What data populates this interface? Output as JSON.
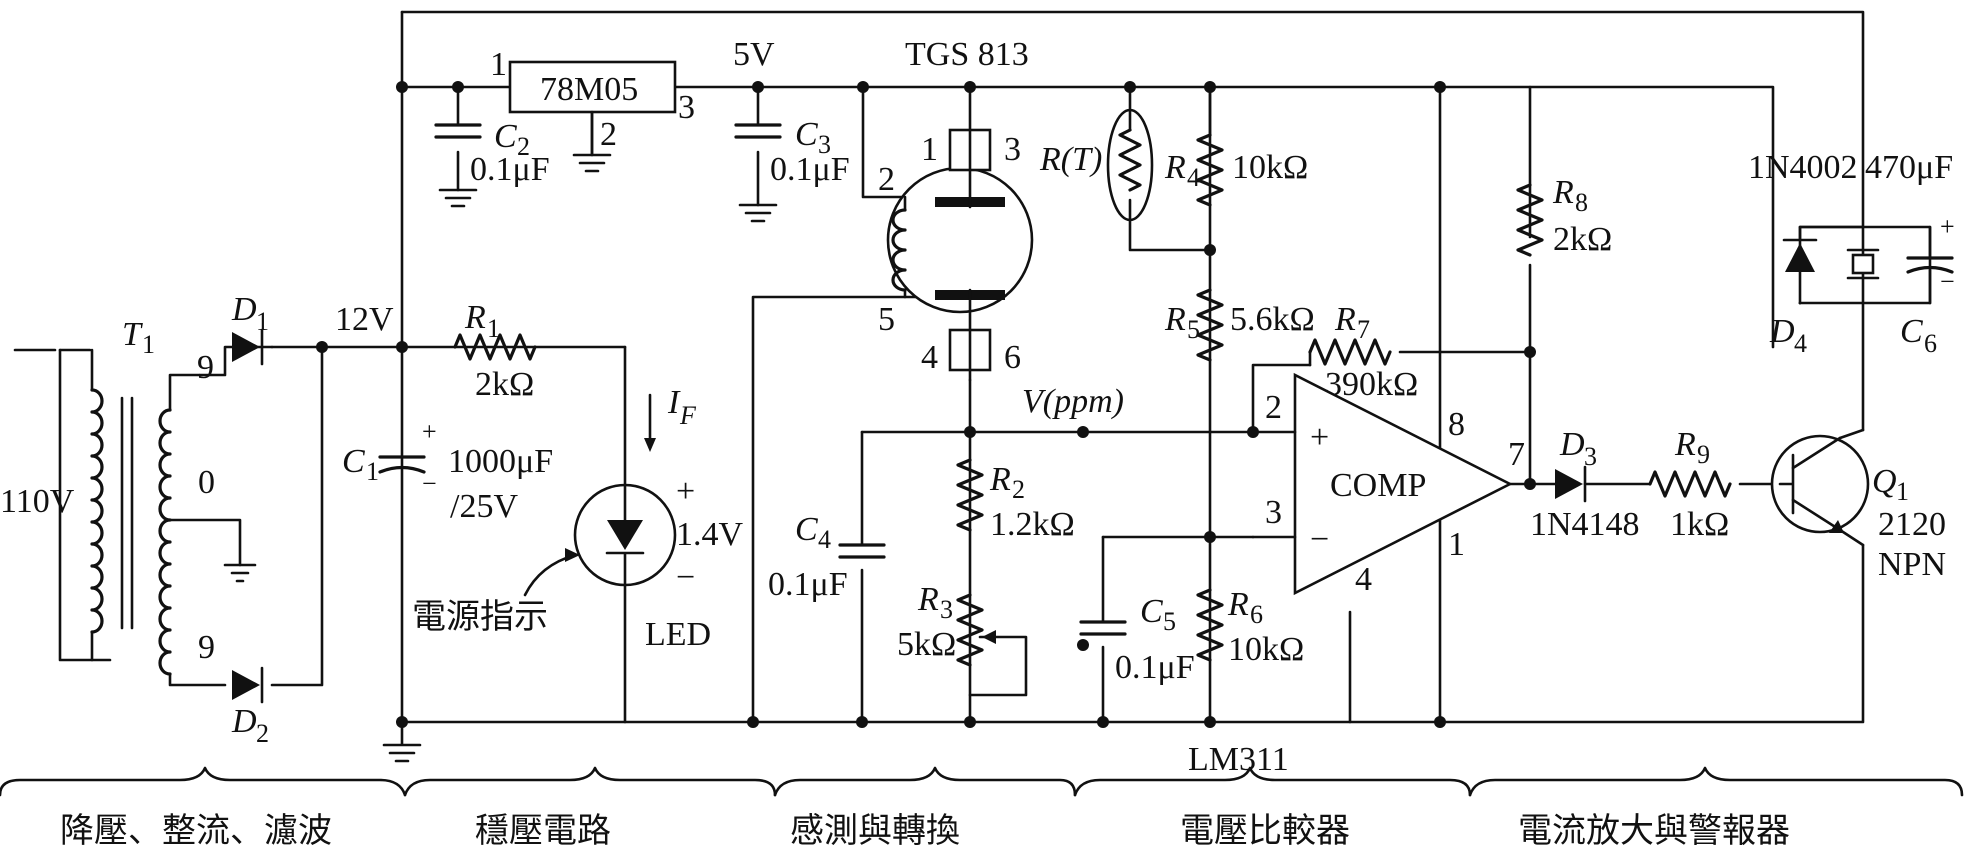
{
  "transformer": {
    "name": "T",
    "sub": "1",
    "primary": "110V",
    "tap_top": "9",
    "tap_mid": "0",
    "tap_bot": "9"
  },
  "diodes": {
    "d1": "D",
    "d1_sub": "1",
    "d2": "D",
    "d2_sub": "2",
    "d3": "D",
    "d3_sub": "3",
    "d3_part": "1N4148",
    "d4": "D",
    "d4_sub": "4",
    "d4_part": "1N4002"
  },
  "rails": {
    "v12": "12V",
    "v5": "5V"
  },
  "regulator": {
    "part": "78M05",
    "pin1": "1",
    "pin2": "2",
    "pin3": "3"
  },
  "capacitors": {
    "c1": "C",
    "c1_sub": "1",
    "c1_val": "1000μF",
    "c1_rating": "/25V",
    "c2": "C",
    "c2_sub": "2",
    "c2_val": "0.1μF",
    "c3": "C",
    "c3_sub": "3",
    "c3_val": "0.1μF",
    "c4": "C",
    "c4_sub": "4",
    "c4_val": "0.1μF",
    "c5": "C",
    "c5_sub": "5",
    "c5_val": "0.1μF",
    "c6": "C",
    "c6_sub": "6",
    "c6_val": "470μF"
  },
  "resistors": {
    "r1": "R",
    "r1_sub": "1",
    "r1_val": "2kΩ",
    "r2": "R",
    "r2_sub": "2",
    "r2_val": "1.2kΩ",
    "r3": "R",
    "r3_sub": "3",
    "r3_val": "5kΩ",
    "r4": "R",
    "r4_sub": "4",
    "r4_val": "10kΩ",
    "r5": "R",
    "r5_sub": "5",
    "r5_val": "5.6kΩ",
    "r6": "R",
    "r6_sub": "6",
    "r6_val": "10kΩ",
    "r7": "R",
    "r7_sub": "7",
    "r7_val": "390kΩ",
    "r8": "R",
    "r8_sub": "8",
    "r8_val": "2kΩ",
    "r9": "R",
    "r9_sub": "9",
    "r9_val": "1kΩ",
    "thermistor": "R(T)"
  },
  "led": {
    "current": "I",
    "current_sub": "F",
    "voltage": "1.4V",
    "name": "LED",
    "indicator": "電源指示"
  },
  "sensor": {
    "part": "TGS 813",
    "pin1": "1",
    "pin2": "2",
    "pin3": "3",
    "pin4": "4",
    "pin5": "5",
    "pin6": "6",
    "output": "V(ppm)"
  },
  "comparator": {
    "label": "COMP",
    "part": "LM311",
    "plus": "+",
    "minus": "−",
    "pin1": "1",
    "pin2": "2",
    "pin3": "3",
    "pin4": "4",
    "pin7": "7",
    "pin8": "8"
  },
  "transistor": {
    "name": "Q",
    "sub": "1",
    "part": "2120",
    "type": "NPN"
  },
  "polarity": {
    "plus": "+",
    "minus": "−"
  },
  "sections": [
    "降壓、整流、濾波",
    "穩壓電路",
    "感測與轉換",
    "電壓比較器",
    "電流放大與警報器"
  ]
}
